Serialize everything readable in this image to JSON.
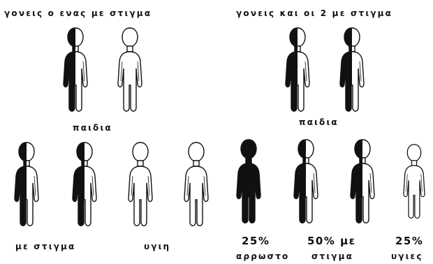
{
  "left_panel": {
    "header": "γονεις ο ενας με στιγμα",
    "children_label": "παιδια",
    "outcomes": [
      "με στιγμα",
      "υγιη"
    ]
  },
  "right_panel": {
    "header": "γονεις και οι 2 με στιγμα",
    "children_label": "παιδια",
    "outcomes": [
      {
        "percent": "25%",
        "label": "αρρωστο"
      },
      {
        "percent": "50% με",
        "label": "στιγμα"
      },
      {
        "percent": "25%",
        "label": "υγιες"
      }
    ]
  },
  "colors": {
    "ink": "#111111",
    "background": "#ffffff"
  },
  "figure_fill_types": {
    "left_parents": [
      "half",
      "empty"
    ],
    "left_children": [
      "half",
      "half",
      "empty",
      "empty"
    ],
    "right_parents": [
      "half",
      "half"
    ],
    "right_children": [
      "full",
      "half",
      "half",
      "empty"
    ]
  }
}
